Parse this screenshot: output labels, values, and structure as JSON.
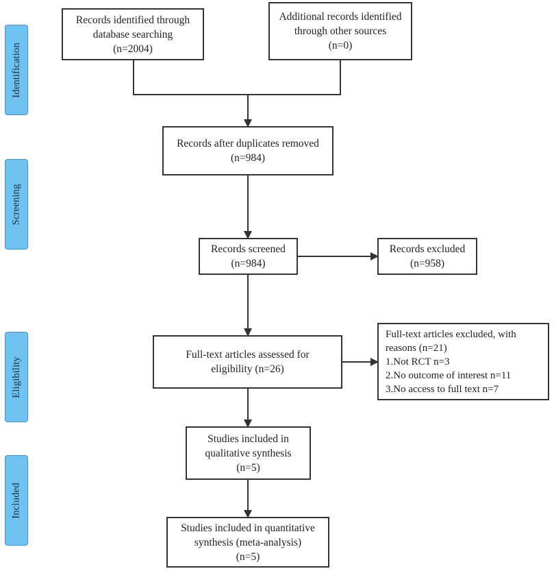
{
  "stages": [
    {
      "id": "identification",
      "label": "Identification"
    },
    {
      "id": "screening",
      "label": "Screening"
    },
    {
      "id": "eligibility",
      "label": "Eligibility"
    },
    {
      "id": "included",
      "label": "Included"
    }
  ],
  "boxes": {
    "database": {
      "lines": [
        "Records identified through",
        "database searching",
        "(n=2004)"
      ]
    },
    "other_sources": {
      "lines": [
        "Additional records identified",
        "through other sources",
        "(n=0)"
      ]
    },
    "duplicates_removed": {
      "lines": [
        "Records after duplicates removed",
        "(n=984)"
      ]
    },
    "screened": {
      "lines": [
        "Records screened",
        "(n=984)"
      ]
    },
    "excluded": {
      "lines": [
        "Records excluded",
        "(n=958)"
      ]
    },
    "fulltext_assessed": {
      "lines": [
        "Full-text articles assessed for",
        "eligibility (n=26)"
      ]
    },
    "fulltext_excluded": {
      "lines": [
        "Full-text articles excluded, with",
        "reasons (n=21)",
        "1.Not RCT n=3",
        "2.No outcome of interest n=11",
        "3.No access to full text n=7"
      ]
    },
    "qualitative": {
      "lines": [
        "Studies included in",
        "qualitative synthesis",
        "(n=5)"
      ]
    },
    "quantitative": {
      "lines": [
        "Studies included in quantitative",
        "synthesis (meta-analysis)",
        "(n=5)"
      ]
    }
  },
  "colors": {
    "stage_fill": "#6ec3f2",
    "stage_border": "#4a90c2",
    "box_border": "#333333",
    "connector": "#333333"
  }
}
